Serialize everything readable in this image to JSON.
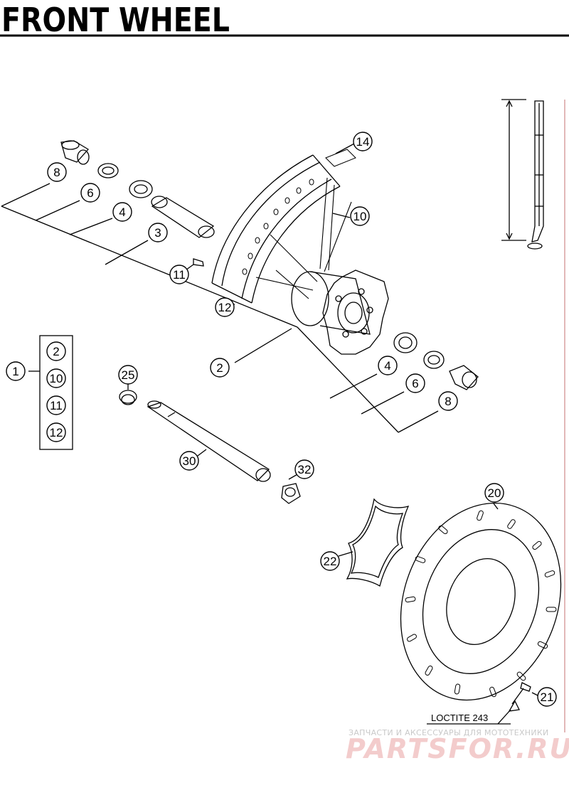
{
  "title": "FRONT WHEEL",
  "callouts": {
    "c1": "1",
    "c2": "2",
    "c3": "3",
    "c4": "4",
    "c6": "6",
    "c8": "8",
    "c10": "10",
    "c11": "11",
    "c12": "12",
    "c14": "14",
    "c20": "20",
    "c21": "21",
    "c22": "22",
    "c25": "25",
    "c30": "30",
    "c32": "32"
  },
  "kit_items": [
    "2",
    "10",
    "11",
    "12"
  ],
  "note_loctite": "LOCTITE 243",
  "watermark": {
    "line1": "ЗАПЧАСТИ И АКСЕССУАРЫ ДЛЯ МОТОТЕХНИКИ",
    "line2": "PARTSFOR.RU"
  },
  "colors": {
    "line": "#000000",
    "watermark": "#f3cccc",
    "watermark_small": "#c9c9c9",
    "accent_edge": "#d8a0a0"
  }
}
